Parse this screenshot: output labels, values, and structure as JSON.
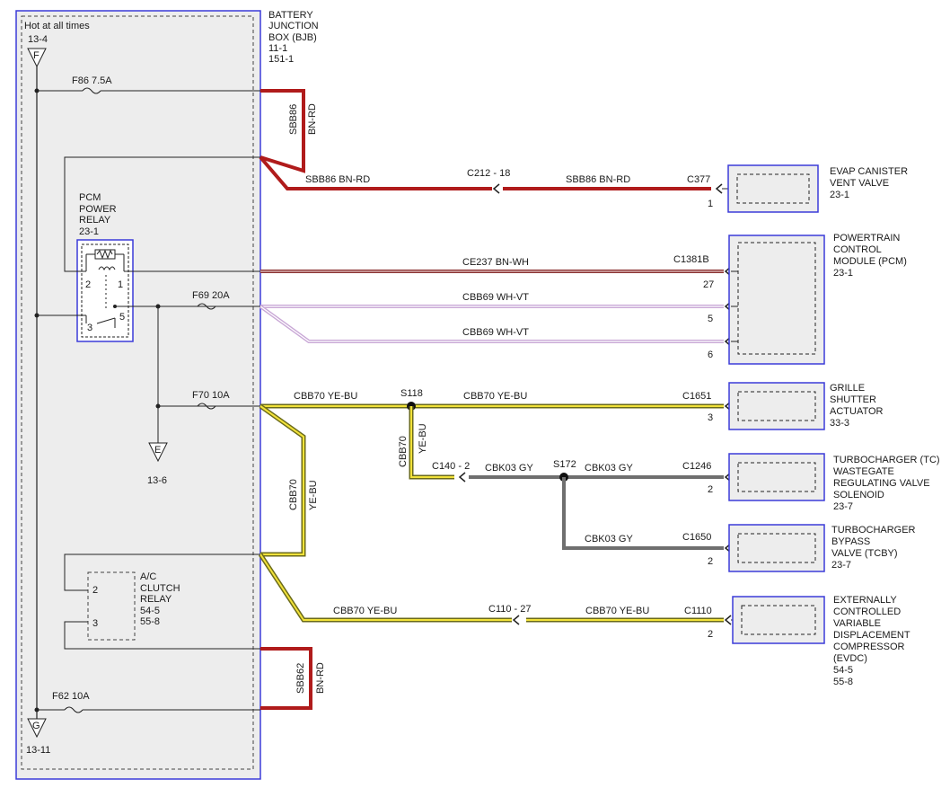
{
  "bjb": {
    "title_lines": [
      "BATTERY",
      "JUNCTION",
      "BOX (BJB)",
      "11-1",
      "151-1"
    ],
    "hot": "Hot at all times",
    "ref_top": "13-4",
    "node_f": "F",
    "node_g": "G",
    "ref_bottom": "13-11",
    "node_e": "E",
    "ref_e": "13-6"
  },
  "fuses": {
    "f86": "F86  7.5A",
    "f69": "F69  20A",
    "f70": "F70  10A",
    "f62": "F62  10A"
  },
  "pcm_relay": {
    "lines": [
      "PCM",
      "POWER",
      "RELAY",
      "23-1"
    ],
    "pin2": "2",
    "pin1": "1",
    "pin3": "3",
    "pin5": "5"
  },
  "ac_relay": {
    "lines": [
      "A/C",
      "CLUTCH",
      "RELAY",
      "54-5",
      "55-8"
    ],
    "pin2": "2",
    "pin3": "3"
  },
  "wires": {
    "sbb86_v": "SBB86",
    "bnrd_v": "BN-RD",
    "sbb86_a": "SBB86   BN-RD",
    "c212": "C212  - 18",
    "sbb86_b": "SBB86   BN-RD",
    "c377": "C377",
    "c377_pin": "1",
    "ce237": "CE237   BN-WH",
    "c1381b": "C1381B",
    "pin27": "27",
    "cbb69_a": "CBB69   WH-VT",
    "pin5": "5",
    "cbb69_b": "CBB69   WH-VT",
    "pin6": "6",
    "cbb70_a": "CBB70   YE-BU",
    "s118": "S118",
    "cbb70_b": "CBB70   YE-BU",
    "c1651": "C1651",
    "c1651_pin": "3",
    "cbb70_v1": "CBB70",
    "yebu_v1": "YE-BU",
    "c140": "C140  - 2",
    "cbk03_a": "CBK03   GY",
    "s172": "S172",
    "cbk03_b": "CBK03   GY",
    "c1246": "C1246",
    "c1246_pin": "2",
    "cbk03_c": "CBK03   GY",
    "c1650": "C1650",
    "c1650_pin": "2",
    "cbb70_v2": "CBB70",
    "yebu_v2": "YE-BU",
    "cbb70_c": "CBB70   YE-BU",
    "c110": "C110  - 27",
    "cbb70_d": "CBB70   YE-BU",
    "c1110": "C1110",
    "c1110_pin": "2",
    "sbb62_v": "SBB62",
    "bnrd_v2": "BN-RD"
  },
  "components": {
    "evap": [
      "EVAP CANISTER",
      "VENT VALVE",
      "23-1"
    ],
    "pcm": [
      "POWERTRAIN",
      "CONTROL",
      "MODULE (PCM)",
      "23-1"
    ],
    "grille": [
      "GRILLE",
      "SHUTTER",
      "ACTUATOR",
      "33-3"
    ],
    "tc": [
      "TURBOCHARGER (TC)",
      "WASTEGATE",
      "REGULATING VALVE",
      "SOLENOID",
      "23-7"
    ],
    "tcby": [
      "TURBOCHARGER",
      "BYPASS",
      "VALVE (TCBY)",
      "23-7"
    ],
    "evdc": [
      "EXTERNALLY",
      "CONTROLLED",
      "VARIABLE",
      "DISPLACEMENT",
      "COMPRESSOR",
      "(EVDC)",
      "54-5",
      "55-8"
    ]
  }
}
